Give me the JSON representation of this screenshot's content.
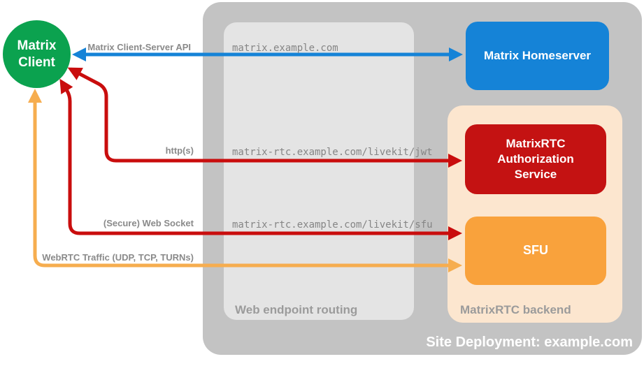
{
  "nodes": {
    "client": {
      "label": "Matrix Client"
    },
    "homeserver": {
      "label": "Matrix Homeserver"
    },
    "auth_service": {
      "label": "MatrixRTC Authorization Service"
    },
    "sfu": {
      "label": "SFU"
    }
  },
  "containers": {
    "deployment": {
      "caption": "Site Deployment: example.com"
    },
    "routing": {
      "caption": "Web endpoint routing"
    },
    "backend": {
      "caption": "MatrixRTC backend"
    }
  },
  "endpoints": {
    "homeserver": "matrix.example.com",
    "jwt": "matrix-rtc.example.com/livekit/jwt",
    "sfu": "matrix-rtc.example.com/livekit/sfu"
  },
  "connections": {
    "client_server_api": {
      "label": "Matrix Client-Server API",
      "color": "#1583d7"
    },
    "http": {
      "label": "http(s)",
      "color": "#c90d0d"
    },
    "websocket": {
      "label": "(Secure) Web Socket",
      "color": "#c90d0d"
    },
    "webrtc": {
      "label": "WebRTC Traffic (UDP, TCP, TURNs)",
      "color": "#f6ad4f"
    }
  },
  "colors": {
    "client_green": "#0ba24f",
    "homeserver_blue": "#1583d7",
    "auth_red": "#c41212",
    "sfu_orange": "#f9a23c",
    "backend_peach": "#fce6cf",
    "site_gray": "#c3c3c3",
    "routing_gray": "#e4e4e4",
    "label_gray": "#8a8a8a",
    "caption_white": "#ffffff"
  }
}
